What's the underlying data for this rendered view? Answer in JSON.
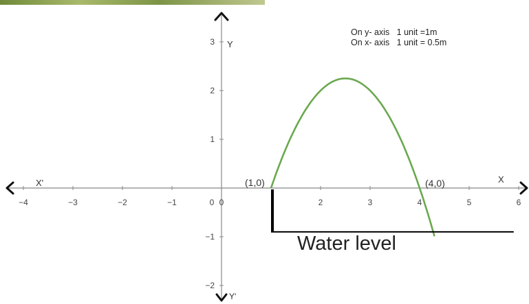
{
  "notes": {
    "y_scale": "On y- axis   1 unit =1m",
    "x_scale": "On x- axis   1 unit = 0.5m"
  },
  "labels": {
    "x_axis": "X",
    "x_axis_neg": "X'",
    "y_axis": "Y",
    "y_axis_neg": "Y'",
    "point_a": "(1,0)",
    "point_b": "(4,0)",
    "water": "Water level"
  },
  "colors": {
    "curve": "#6aa84f",
    "axis": "#888888",
    "water": "#000000"
  },
  "chart_data": {
    "type": "line",
    "title": "",
    "xlabel": "X",
    "ylabel": "Y",
    "xlim": [
      -4.4,
      6.2
    ],
    "ylim": [
      -2.2,
      3.5
    ],
    "x_ticks": [
      -4,
      -3,
      -2,
      -1,
      0,
      2,
      3,
      4,
      5,
      6
    ],
    "y_ticks": [
      -2,
      -1,
      1,
      2,
      3
    ],
    "origin_label": "0",
    "series": [
      {
        "equation": "y = -(x-1)(x-4)",
        "x_range": [
          1,
          4.3
        ]
      }
    ],
    "points": [
      {
        "label": "(1,0)",
        "x": 1,
        "y": 0
      },
      {
        "label": "(4,0)",
        "x": 4,
        "y": 0
      }
    ],
    "water_level": {
      "label": "Water level",
      "y": -0.9,
      "x_start": 1,
      "x_end": 5.9
    }
  }
}
